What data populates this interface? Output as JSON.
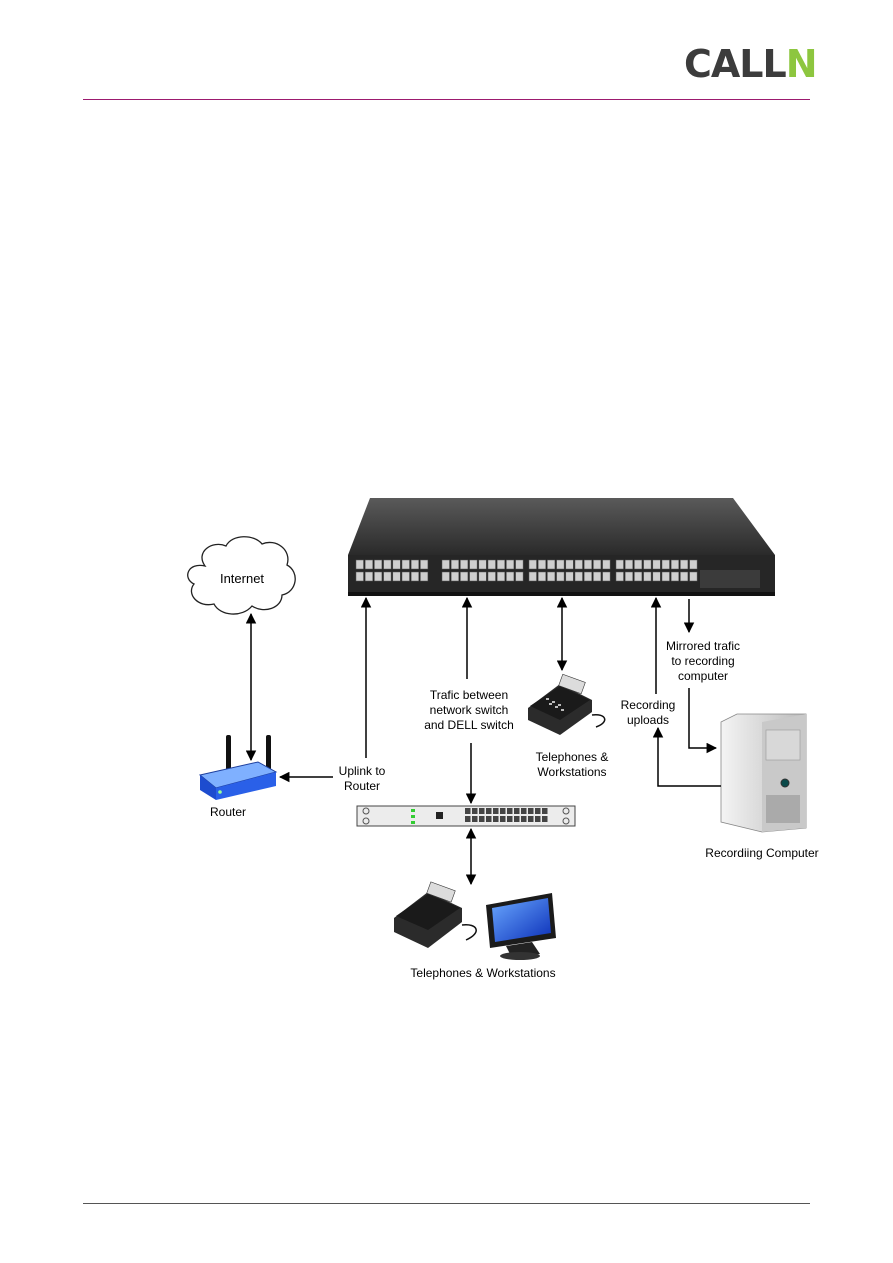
{
  "header": {
    "logo_main": "CALL",
    "logo_accent": "N"
  },
  "colors": {
    "rule_top": "#9c1a6f",
    "logo_accent": "#8dc63f",
    "logo_main": "#3c3c3c"
  },
  "diagram": {
    "nodes": {
      "internet": "Internet",
      "router": "Router",
      "recording_computer": "Recordiing Computer"
    },
    "labels": {
      "uplink": [
        "Uplink to",
        "Router"
      ],
      "trafic_between": [
        "Trafic between",
        "network switch",
        "and DELL switch"
      ],
      "telephones_top": [
        "Telephones &",
        "Workstations"
      ],
      "recording_uploads": [
        "Recording",
        "uploads"
      ],
      "mirrored": [
        "Mirrored trafic",
        "to  recording",
        "computer"
      ],
      "telephones_bottom": "Telephones & Workstations"
    },
    "icons": [
      "dell-switch-icon",
      "cloud-icon",
      "router-icon",
      "network-switch-icon",
      "desk-phone-icon",
      "monitor-icon",
      "computer-tower-icon"
    ]
  }
}
